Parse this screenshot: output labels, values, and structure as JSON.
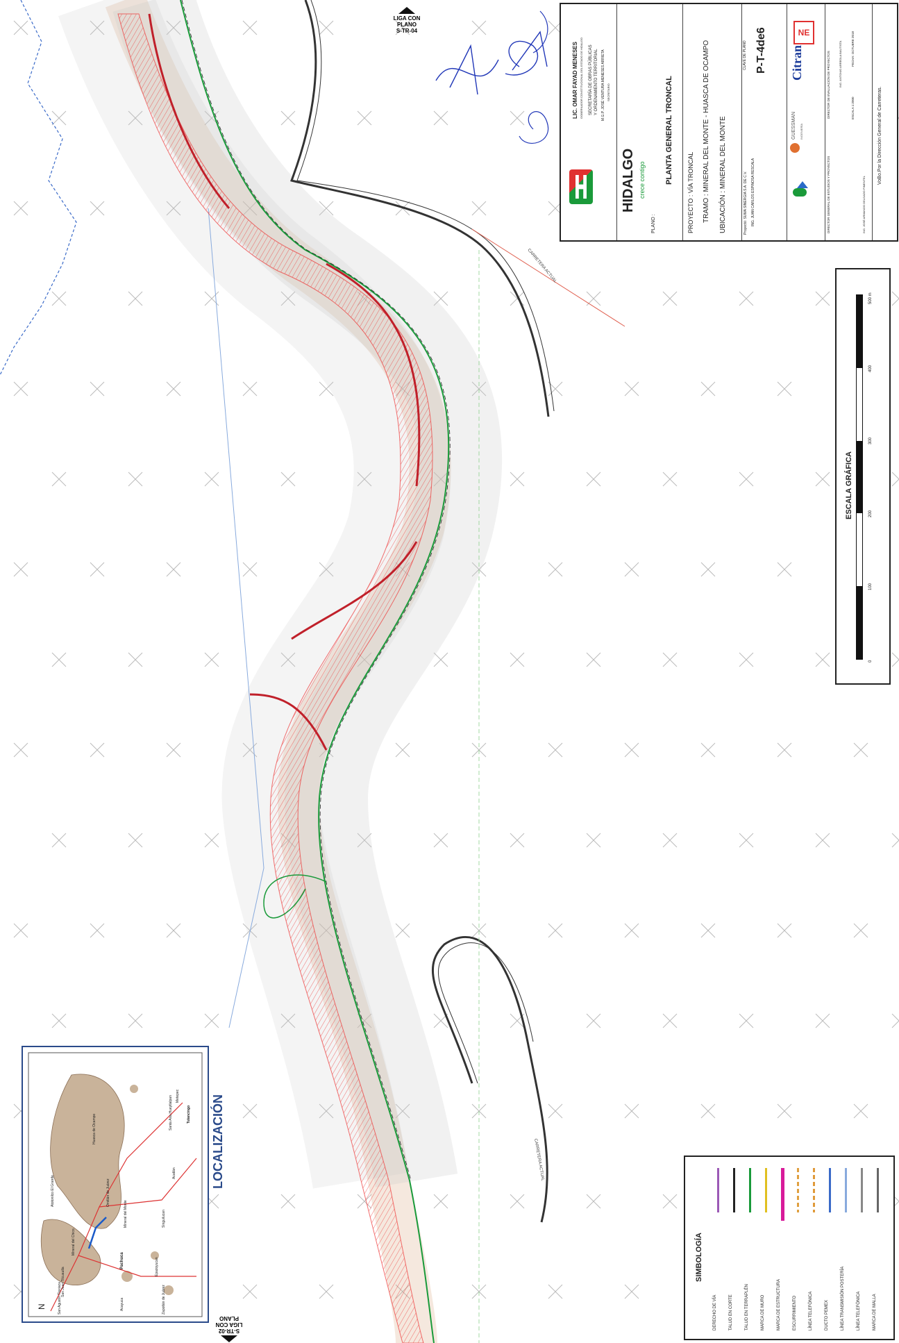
{
  "title_block": {
    "governor": "LIC. OMAR FAYAD MENESES",
    "governor_role": "GOBERNADOR CONSTITUCIONAL DEL ESTADO DE HIDALGO",
    "secretariat_1": "SECRETARÍA DE OBRAS PÚBLICAS",
    "secretariat_2": "Y ORDENAMIENTO TERRITORIAL",
    "secretary": "M.G.P. JOSÉ VENTURA MENESES ARRIETA",
    "secretary_role": "SECRETARIO",
    "brand": "HIDALGO",
    "brand_tagline": "crece contigo",
    "plano_label": "PLANO :",
    "plano_title": "PLANTA GENERAL TRONCAL",
    "proyecto": "PROYECTO :  VÍA TRONCAL",
    "tramo": "TRAMO :  MINERAL DEL MONTE - HUASCA DE OCAMPO",
    "ubicacion": "UBICACIÓN :  MINERAL DEL MONTE",
    "proyecto_by": "Proyectó:  SUMA SINERGIA S.A. DE C.V.",
    "proyecto_ing": "ING. JUAN CARLOS ESPINOSA RESCALA",
    "clave_label": "CLAVE DE PLANO",
    "clave": "P-T-4de6",
    "firm_2": "GUESSMAN",
    "firm_2_sub": "INGENIERÍA",
    "firm_3": "Citran",
    "director_1": "DIRECTOR GENERAL DE ESTUDIOS Y PROYECTOS",
    "director_1_name": "ING. JOSÉ ARMANDO DELGADO PIMENTEL",
    "director_2": "DIRECTOR DE EVALUACIÓN DE PROYECTOS",
    "director_2_name": "ING. ANTONIO ARREOLA BAUTISTA",
    "escala": "ESCALA 1:2000",
    "fecha": "FECHA: OCTUBRE 2018",
    "vobo": "VoBo.Por la Dirección General de Carreteras."
  },
  "scale_bar": {
    "title": "ESCALA GRÁFICA",
    "ticks": [
      "0",
      "100",
      "200",
      "300",
      "400",
      "500 m"
    ]
  },
  "legend": {
    "title": "SIMBOLOGÍA",
    "items": [
      {
        "label": "DERECHO DE VÍA",
        "color": "#9b59b6",
        "icon": "line-icon"
      },
      {
        "label": "TALUD EN CORTE",
        "color": "#222222",
        "icon": "cut-slope-icon"
      },
      {
        "label": "TALUD EN TERRAPLÉN",
        "color": "#1a9a3a",
        "icon": "fill-slope-icon"
      },
      {
        "label": "MARCA DE MURO",
        "color": "#e0c020",
        "icon": "line-icon"
      },
      {
        "label": "MARCA DE ESTRUCTURA",
        "color": "#d81b9a",
        "icon": "bracket-icon"
      },
      {
        "label": "ESCURRIMIENTO",
        "color": "#e0a040",
        "icon": "dash-icon"
      },
      {
        "label": "LÍNEA TELEFÓNICA",
        "color": "#e09a3a",
        "icon": "dashdot-icon"
      },
      {
        "label": "DUCTO PEMEX",
        "color": "#3a6ac8",
        "icon": "zigzag-icon"
      },
      {
        "label": "LÍNEA TRANSMISIÓN POSTERÍA",
        "color": "#88aadd",
        "icon": "line-icon"
      },
      {
        "label": "LÍNEA TELEFÓNICA",
        "color": "#888888",
        "icon": "line-icon"
      },
      {
        "label": "MARCA DE MALLA",
        "color": "#666666",
        "icon": "cross-icon"
      }
    ]
  },
  "location": {
    "title": "LOCALIZACIÓN",
    "places": [
      "Metepec",
      "Santa Ana Hueytlalpan",
      "Acatlán",
      "Tulancingo",
      "Huasca de Ocampo",
      "Omitlán de Juárez",
      "Singuilucan",
      "Atotonilco El Grande",
      "Mineral del Chico",
      "Mineral del Monte",
      "Pachuca",
      "Epazoyucan",
      "San Juan Tilcuautla",
      "San Agustín Tlaxiaca",
      "Acayuca",
      "Zapotlán de Juárez"
    ],
    "north": "N"
  },
  "map": {
    "liga_top": "LIGA CON PLANO",
    "liga_top_id": "S-TR-04",
    "liga_bottom": "LIGA CON PLANO",
    "liga_bottom_id": "S-TR-02",
    "road_label_1": "CARRETERA ACTUAL",
    "road_label_2": "CARRETERA ACTUAL"
  }
}
